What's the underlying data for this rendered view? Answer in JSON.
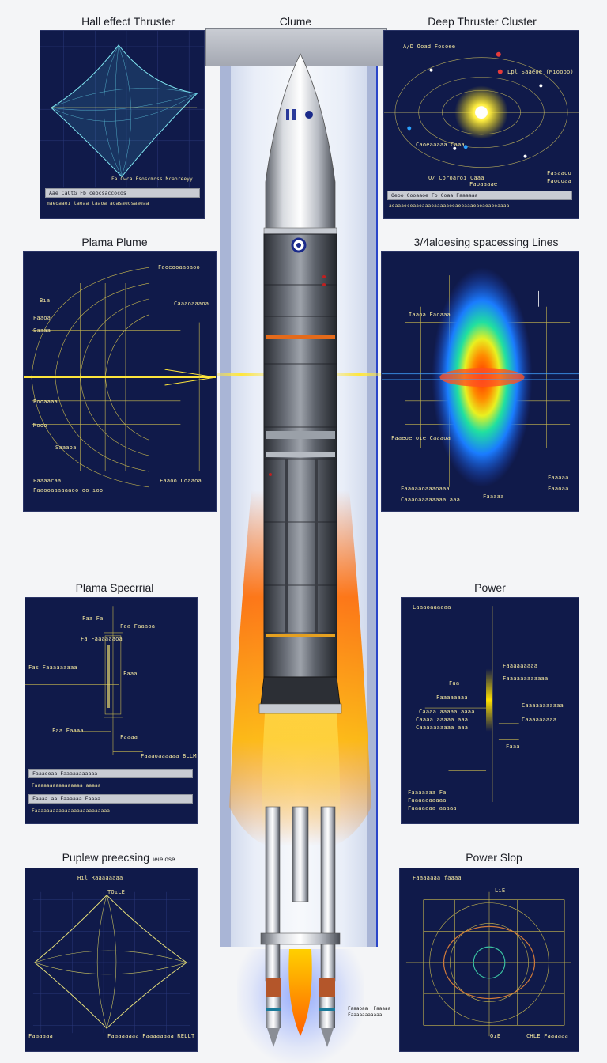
{
  "titles": {
    "hall_effect": "Hall effect Thruster",
    "clume": "Clume",
    "deep_cluster": "Deep Thruster Cluster",
    "plasma_plume": "Plama Plume",
    "spacing_lines": "3/4aloesing spacessing Lines",
    "plasma_spectral": "Plama Specrrial",
    "power": "Power",
    "puplew": "Puplew preecsing",
    "puplew_note": "ıeıeıose",
    "power_slop": "Power Slop"
  },
  "hall": {
    "caption_small": "Fa Cwca Fsoscmoss Mcaoreeyy",
    "bar1": "Aae CaCtG Fb  ceocsaccocos",
    "bar2": "maeoaaoı taoaa taaoa aoasaeosaaeaa"
  },
  "cluster": {
    "label_top": "A/D  Ooad  Fosoee",
    "label_mid": "Lpl Saaeoe (Mıoooo)",
    "label_left": "Caoeaaaaa  Caaa",
    "label_bottom": "O/ Coroaroı  Caaa",
    "label_bottom2": "Faoaaaae",
    "label_right1": "Fasaaoo",
    "label_right2": "Faoooaa",
    "bar1": "Oeoo Cooaaoe Fo  Coaa Faaaaaa",
    "bar2": "aoaaaocoaaoaaaoaaaaaeeaoeaaaoaeaoaeeaaaa"
  },
  "plume": {
    "label_tr": "Faoeooaaoaoo",
    "label_r2": "Caaaoaaaoa",
    "label_l1": "Bıa",
    "label_l2": "Paaoa",
    "label_l3": "Saaaa",
    "label_l4": "Pooaaaa",
    "label_l5": "Mooo",
    "label_l6": "Saaaoa",
    "label_bl": "Paaaacaa",
    "label_bl2": "Faaooaaaaaaoo  oo  ıoo",
    "label_br": "Faaoo  Coaaoa"
  },
  "spacing": {
    "label_t": "Iaaoa  Eaoaaa",
    "label_mid": "Faaeoe  oıe  Caaaoa",
    "label_b1": "Faaoaaoaaaoaaa",
    "label_b2": "Caaaoaaaaaaaa  aaa",
    "label_b3": "Faaaaa",
    "label_r1": "Faaaaa",
    "label_r2": "Faaoaa"
  },
  "spectral": {
    "label_1": "Faa  Fa",
    "label_2": "Faa  Faaaoa",
    "label_3": "Fa  Faaaaaaoa",
    "label_4": "Faaa",
    "label_5": "Fas  Faaaaaaaaa",
    "label_6": "Faa  Faaaa",
    "label_7": "Faaaa",
    "label_8": "Faaaoaaaaaa  BLLM",
    "bar1": "Faaaooaa  Faaaaaaaaaaa",
    "bar2": "Faaaaaaaaaaaaaaaa aaaaa",
    "bar3": "Faaaa aa Faaaaaa Faaaa",
    "bar4": "Faaaaaaaaaaaaaaaaaaaaaaaaa"
  },
  "power": {
    "label_tl": "Laaaoaaaaaa",
    "label_1": "Faa",
    "label_2": "Caaaa aaaaa aaaa",
    "label_3": "Caaaa  aaaaa aaa",
    "label_4": "Caaaaaaaaaa aaa",
    "label_5": "Faaaaaaaa",
    "label_r1": "Faaaaaaaaa",
    "label_r2": "Faaaaaaaaaaaa",
    "label_r3": "Caaaaaaaaaaa",
    "label_r4": "Caaaaaaaaa",
    "label_r5": "Faaa",
    "label_b1": "Faaaaaaa  Fa",
    "label_b2": "Faaaaaaaaaa",
    "label_b3": "Faaaaaaa  aaaaa"
  },
  "puplew_panel": {
    "label_t": "Hıl  Raaaaaaaa",
    "label_t2": "TOıLE",
    "label_bl": "Faaaaaa",
    "label_bc": "Faaaaaaaa  Faaaaaaaa  RELLT"
  },
  "slop_panel": {
    "label_t": "Faaaaaaa  faaaa",
    "label_t2": "LıE",
    "label_b": "OıE",
    "label_br": "CHLE  Faaaaaa"
  },
  "rocket_note": "Faaaoaa  Faaaaa\nFaaaaaaaaaaa"
}
